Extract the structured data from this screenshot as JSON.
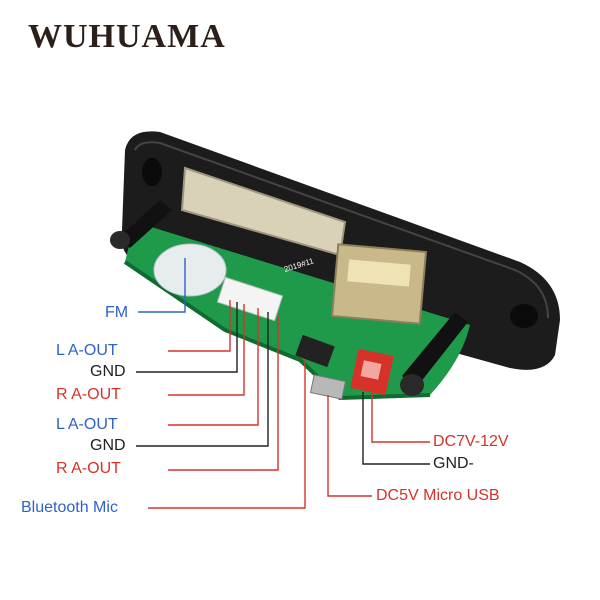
{
  "brand": "WUHUAMA",
  "labels": {
    "fm": "FM",
    "l_aout_1": "L A-OUT",
    "gnd_1": "GND",
    "r_aout_1": "R A-OUT",
    "l_aout_2": "L A-OUT",
    "gnd_2": "GND",
    "r_aout_2": "R A-OUT",
    "bt_mic": "Bluetooth Mic",
    "dc_power": "DC7V-12V",
    "gnd_minus": "GND-",
    "micro_usb": "DC5V Micro USB"
  },
  "pcb_silkscreen": "2019#11",
  "colors": {
    "pcb_green": "#1f9a4a",
    "faceplate": "#1c1c1c",
    "connector_red": "#d6322a",
    "label_blue": "#2f62c8",
    "label_red": "#d6322a",
    "label_black": "#222222"
  }
}
